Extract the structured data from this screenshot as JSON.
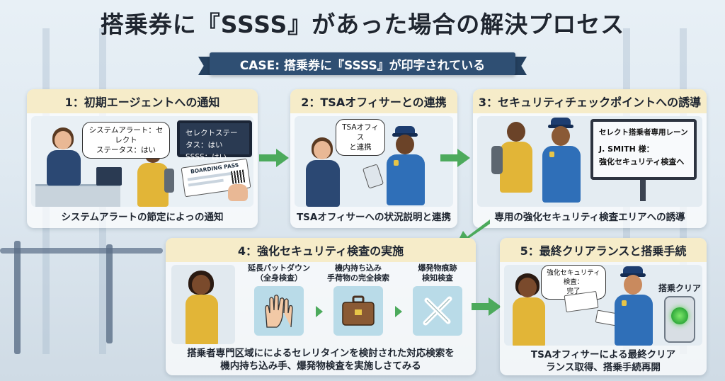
{
  "title": "搭乗券に『SSSS』があった場合の解決プロセス",
  "banner": "CASE: 搭乗券に『SSSS』が印字されている",
  "steps": [
    {
      "heading": "1：初期エージェントへの通知",
      "bubble": [
        "システムアラート：セレクト",
        "ステータス：はい"
      ],
      "monitor": [
        "セレクトステータス：はい",
        "SSSS：はい"
      ],
      "boarding_pass": "BOARDING PASS",
      "caption": "システムアラートの節定によっの通知"
    },
    {
      "heading": "2：TSAオフィサーとの連携",
      "bubble": [
        "TSAオフィス",
        "と連携"
      ],
      "caption": "TSAオフィサーへの状況説明と連携"
    },
    {
      "heading": "3：セキュリティチェックポイントへの誘導",
      "monitor": [
        "セレクト搭乗者専用レーン",
        "J. SMITH 様：",
        "強化セキュリティ検査へ"
      ],
      "caption": "専用の強化セキュリティ検査エリアへの誘導"
    },
    {
      "heading": "4：強化セキュリティ検査の実施",
      "checks": [
        {
          "label": [
            "延長パットダウン",
            "（全身検査）"
          ],
          "icon": "hands-icon"
        },
        {
          "label": [
            "機内持ち込み",
            "手荷物の完全検索"
          ],
          "icon": "suitcase-icon"
        },
        {
          "label": [
            "爆発物痕跡",
            "検知検査"
          ],
          "icon": "swab-icon"
        }
      ],
      "caption": [
        "搭乗者専門区域にによるセレリタインを検討された対応検索を",
        "機内持ち込み手、爆発物検査を実施しさてみる"
      ]
    },
    {
      "heading": "5：最終クリアランスと搭乗手続",
      "bubble": [
        "強化セキュリティ検査：",
        "完了"
      ],
      "clear_label": "搭乗クリア",
      "caption": [
        "TSAオフィサーによる最終クリア",
        "ランス取得、搭乗手続再開"
      ]
    }
  ],
  "colors": {
    "accent_green": "#4caa5c",
    "banner_blue": "#2f4f73",
    "header_cream": "#f6ecc9",
    "officer_blue": "#2f6fb8"
  }
}
